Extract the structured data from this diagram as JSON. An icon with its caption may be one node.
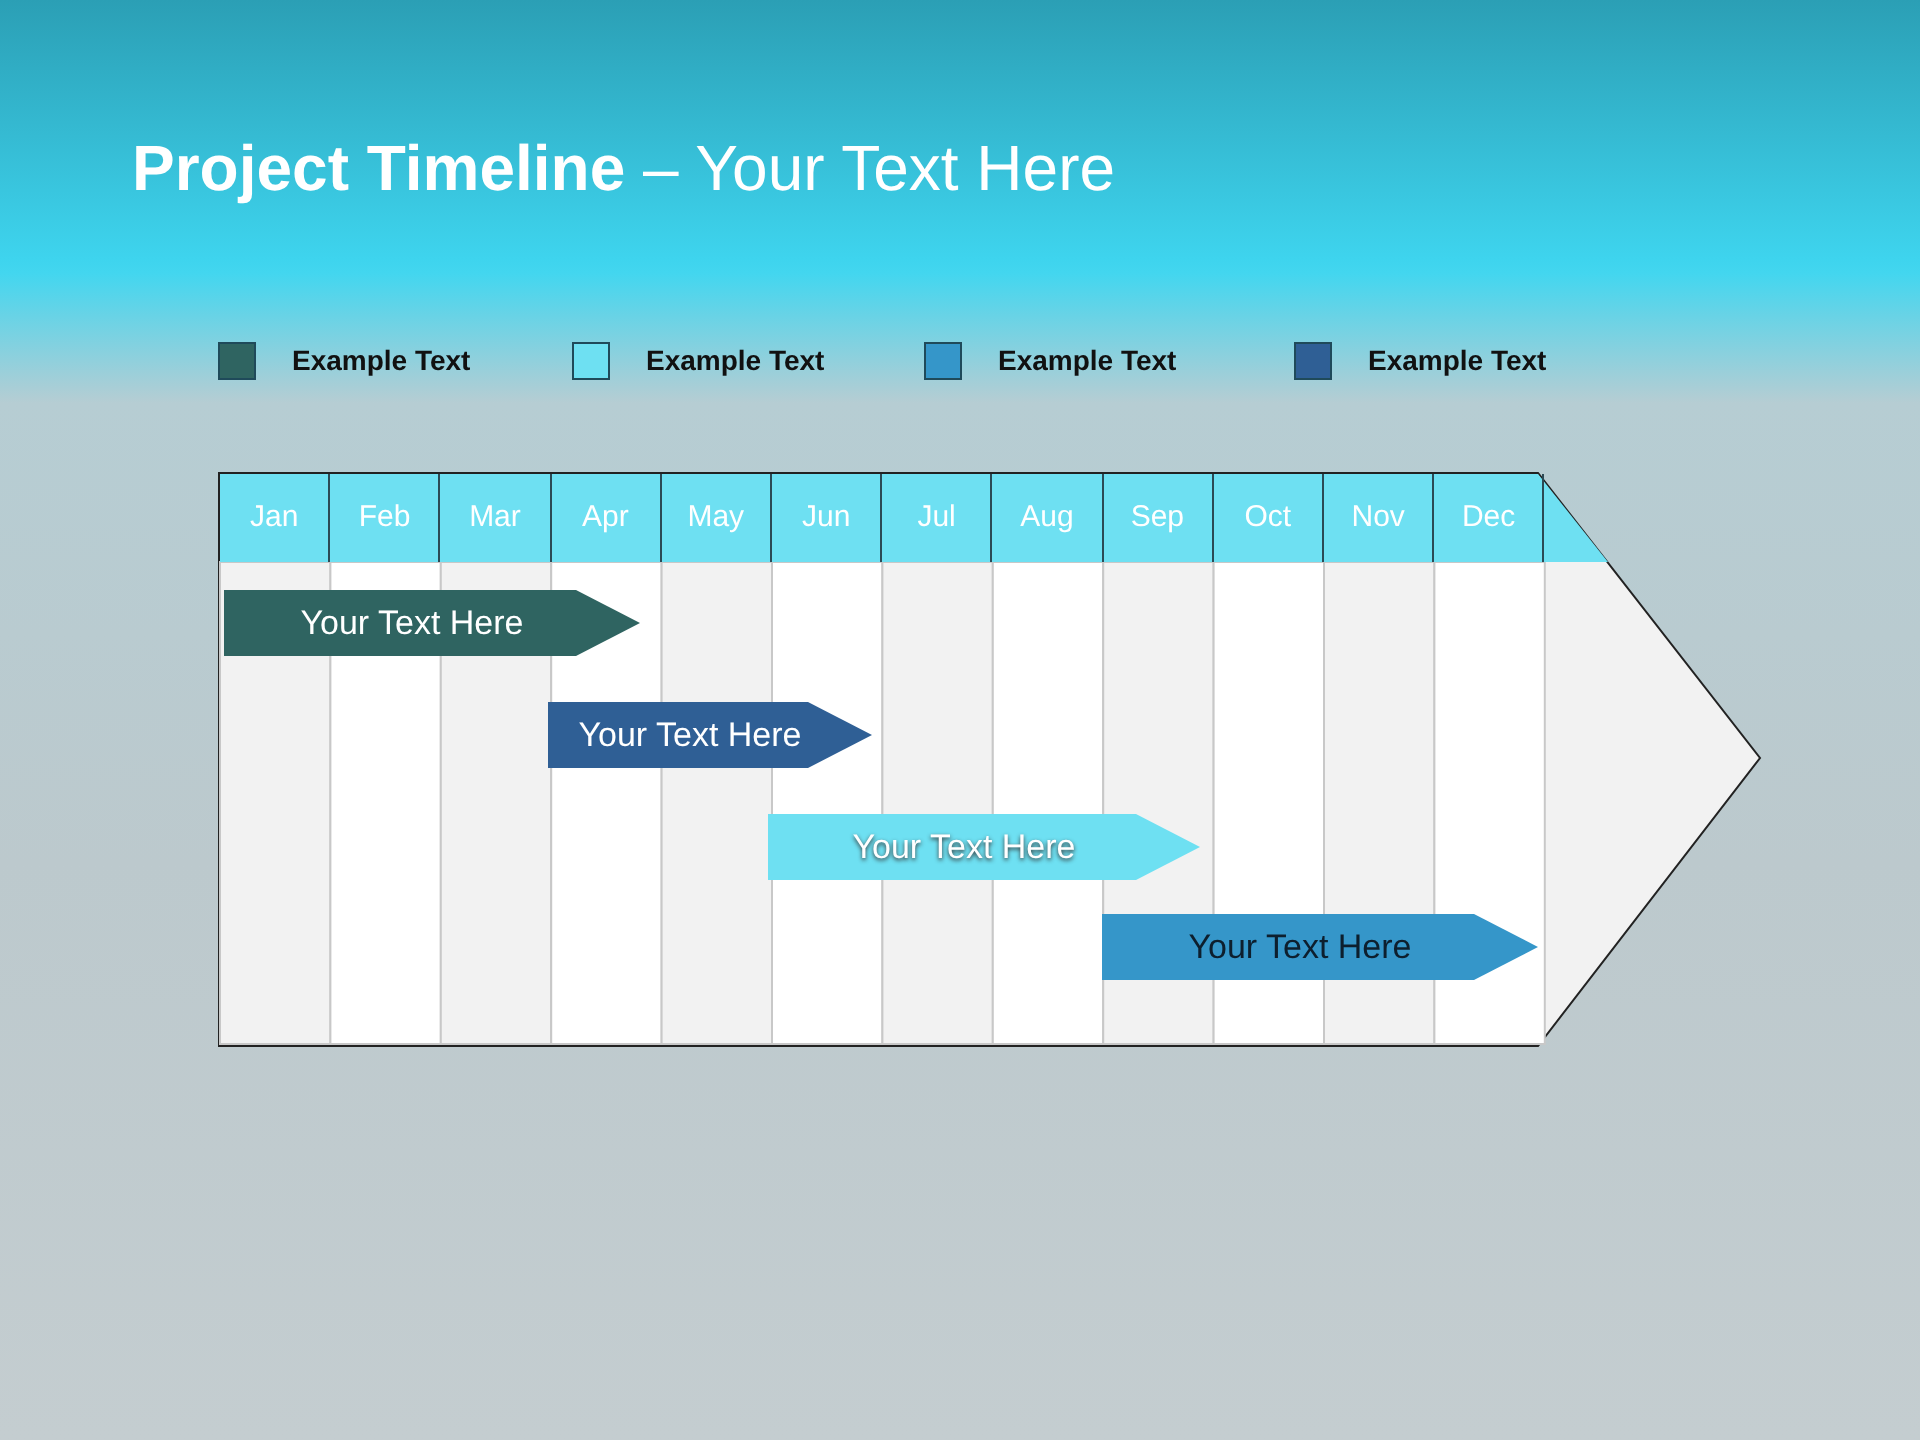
{
  "diagram": {
    "title": "**Project Timeline** – Your Text Here",
    "nodes": [
      {
        "text": [
          "Your Text Here"
        ]
      },
      {
        "text": [
          "Your Text Here"
        ]
      },
      {
        "text": [
          "Your Text Here"
        ]
      },
      {
        "text": [
          "Your Text Here"
        ]
      }
    ],
    "labels": [
      "Jan",
      "Feb",
      "Mar",
      "Apr",
      "May",
      "Jun",
      "Jul",
      "Aug",
      "Sep",
      "Oct",
      "Nov",
      "Dec"
    ],
    "legend": [
      {
        "text": "Example Text",
        "color": "#2f6461"
      },
      {
        "text": "Example Text",
        "color": "#6ee0f2"
      },
      {
        "text": "Example Text",
        "color": "#3596c9"
      },
      {
        "text": "Example Text",
        "color": "#2f5f95"
      }
    ]
  }
}
